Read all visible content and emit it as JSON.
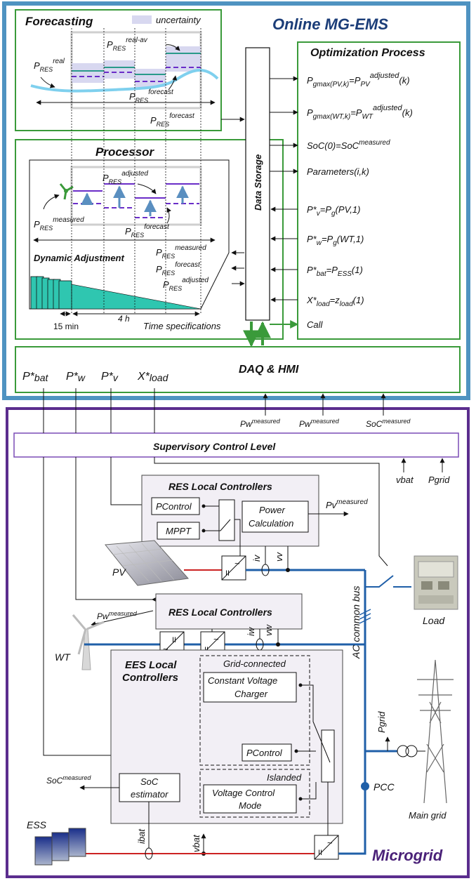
{
  "ems": {
    "title": "Online MG-EMS",
    "forecasting": {
      "title": "Forecasting",
      "legend_uncertainty": "uncertainty",
      "p_res_real": "P",
      "p_res_real_sub": "RES",
      "p_res_real_sup": "real",
      "p_res_real_av": "P",
      "p_res_real_av_sub": "RES",
      "p_res_real_av_sup": "real-av",
      "p_res_forecast": "P",
      "p_res_forecast_sub": "RES",
      "p_res_forecast_sup": "forecast",
      "p_res_forecast_out": "P",
      "p_res_forecast_out_sub": "RES",
      "p_res_forecast_out_sup": "forecast"
    },
    "processor": {
      "title": "Processor",
      "p_res_adjusted": "P",
      "p_res_adjusted_sub": "RES",
      "p_res_adjusted_sup": "adjusted",
      "p_res_measured": "P",
      "p_res_measured_sub": "RES",
      "p_res_measured_sup": "measured",
      "p_res_forecast": "P",
      "p_res_forecast_sub": "RES",
      "p_res_forecast_sup": "forecast",
      "dynamic_adjustment": "Dynamic Adjustment",
      "out_measured": "P",
      "out_measured_sub": "RES",
      "out_measured_sup": "measured",
      "out_forecast": "P",
      "out_forecast_sub": "RES",
      "out_forecast_sup": "forecast",
      "out_adjusted": "P",
      "out_adjusted_sub": "RES",
      "out_adjusted_sup": "adjusted",
      "label_15min": "15 min",
      "label_4h": "4 h",
      "time_specifications": "Time specifications"
    },
    "data_storage": "Data Storage",
    "optimization": {
      "title": "Optimization Process",
      "eq1": "P",
      "eq1_sub": "gmax(PV,k)",
      "eq1_mid": "=P",
      "eq1_sub2": "PV",
      "eq1_sup2": "adjusted",
      "eq1_end": "(k)",
      "eq2": "P",
      "eq2_sub": "gmax(WT,k)",
      "eq2_mid": "=P",
      "eq2_sub2": "WT",
      "eq2_sup2": "adjusted",
      "eq2_end": "(k)",
      "eq3": "SoC(0)=SoC",
      "eq3_sup": "measured",
      "eq4": "Parameters(i,k)",
      "eq5": "P*",
      "eq5_sub": "v",
      "eq5_mid": "=P",
      "eq5_sub2": "g",
      "eq5_end": "(PV,1)",
      "eq6": "P*",
      "eq6_sub": "w",
      "eq6_mid": "=P",
      "eq6_sub2": "g",
      "eq6_end": "(WT,1)",
      "eq7": "P*",
      "eq7_sub": "bat",
      "eq7_mid": "=P",
      "eq7_sub2": "ESS",
      "eq7_end": "(1)",
      "eq8": "X*",
      "eq8_sub": "load",
      "eq8_mid": "=z",
      "eq8_sub2": "load",
      "eq8_end": "(1)",
      "eq9": "Call"
    },
    "daq": {
      "title": "DAQ & HMI",
      "pbat": "P*",
      "pbat_sub": "bat",
      "pw": "P*",
      "pw_sub": "w",
      "pv": "P*",
      "pv_sub": "v",
      "xload": "X*",
      "xload_sub": "load",
      "in1": "Pw",
      "in1_sup": "measured",
      "in2": "Pw",
      "in2_sup": "measured",
      "in3": "SoC",
      "in3_sup": "measured"
    }
  },
  "microgrid": {
    "title": "Microgrid",
    "supervisory": "Supervisory Control Level",
    "vbat": "vbat",
    "pgrid": "Pgrid",
    "res1": {
      "title": "RES Local Controllers",
      "pcontrol": "PControl",
      "mppt": "MPPT",
      "power_calc_1": "Power",
      "power_calc_2": "Calculation",
      "pv_measured": "Pv",
      "pv_measured_sup": "measured",
      "iv": "iv",
      "vv": "vv",
      "pv_label": "PV"
    },
    "res2": {
      "title": "RES Local Controllers",
      "pw_measured": "Pw",
      "pw_measured_sup": "measured",
      "iw": "iw",
      "vw": "vw",
      "wt_label": "WT"
    },
    "ees": {
      "title_1": "EES Local",
      "title_2": "Controllers",
      "grid_connected": "Grid-connected",
      "cvc_1": "Constant Voltage",
      "cvc_2": "Charger",
      "pcontrol": "PControl",
      "islanded": "Islanded",
      "vcm_1": "Voltage Control",
      "vcm_2": "Mode",
      "soc_est_1": "SoC",
      "soc_est_2": "estimator",
      "soc_measured": "SoC",
      "soc_measured_sup": "measured",
      "ibat": "ibat",
      "vbat": "vbat",
      "ess_label": "ESS"
    },
    "ac_bus": "AC common bus",
    "load": "Load",
    "pgrid2": "Pgrid",
    "pcc": "PCC",
    "main_grid": "Main grid"
  },
  "colors": {
    "ems_border": "#4f93c1",
    "green": "#3a9a3a",
    "purple": "#5b2d8e",
    "bus_blue": "#1f5fa8",
    "red_line": "#cc2222",
    "uncert": "#d8d8f0",
    "teal": "#2fc6b0"
  }
}
